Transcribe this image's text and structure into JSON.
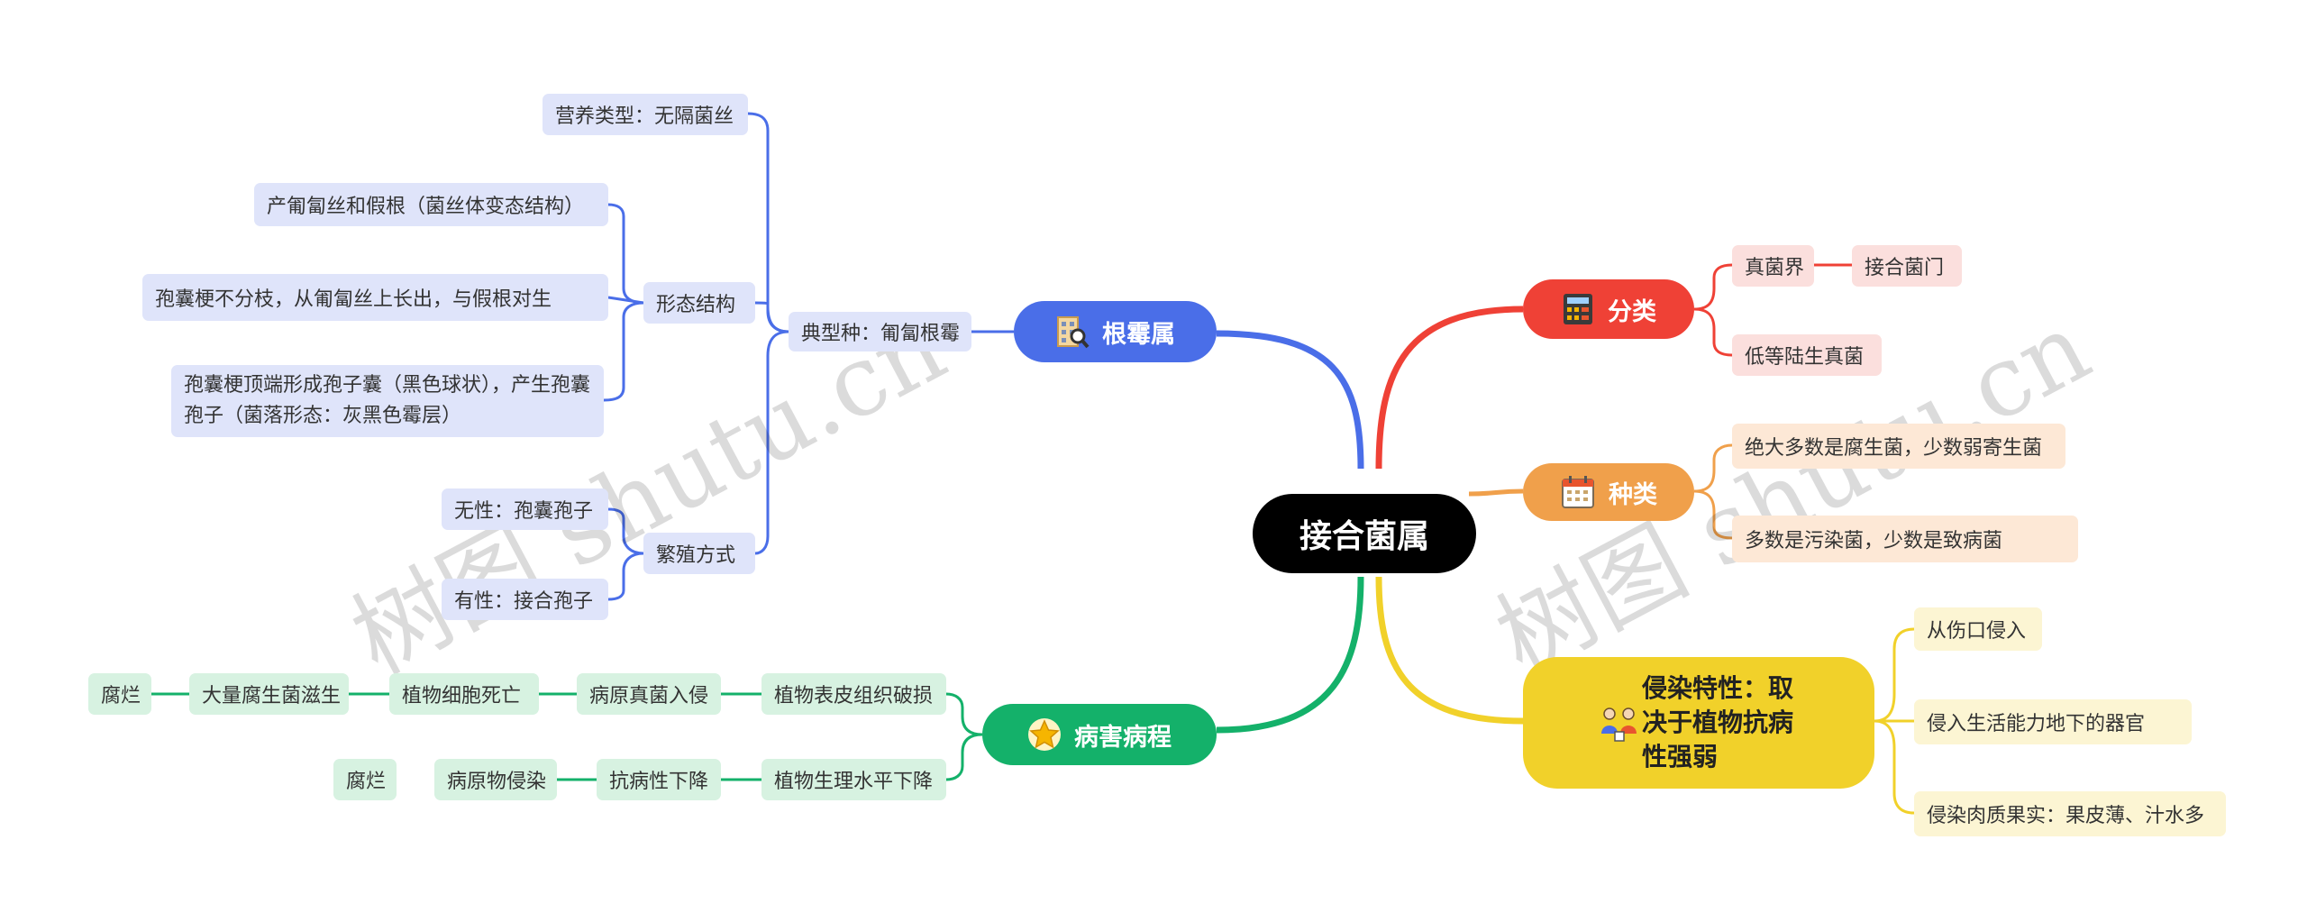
{
  "root": "接合菌属",
  "branches": {
    "genhu": {
      "label": "根霉属",
      "icon": "building-search-icon",
      "color": "#4a6ee8",
      "typical": "典型种：匍匐根霉",
      "nutrition": "营养类型：无隔菌丝",
      "morph": {
        "label": "形态结构",
        "items": [
          "产匍匐丝和假根（菌丝体变态结构）",
          "孢囊梗不分枝，从匍匐丝上长出，与假根对生",
          "孢囊梗顶端形成孢子囊（黑色球状），产生孢囊孢子（菌落形态：灰黑色霉层）"
        ]
      },
      "repro": {
        "label": "繁殖方式",
        "items": [
          "无性：孢囊孢子",
          "有性：接合孢子"
        ]
      }
    },
    "disease": {
      "label": "病害病程",
      "icon": "star-icon",
      "color": "#14b16a",
      "row1": [
        "植物表皮组织破损",
        "病原真菌入侵",
        "植物细胞死亡",
        "大量腐生菌滋生",
        "腐烂"
      ],
      "row2": [
        "植物生理水平下降",
        "抗病性下降",
        "病原物侵染",
        "腐烂"
      ]
    },
    "classify": {
      "label": "分类",
      "icon": "calculator-icon",
      "color": "#ef4136",
      "items": [
        "真菌界",
        "接合菌门",
        "低等陆生真菌"
      ]
    },
    "species": {
      "label": "种类",
      "icon": "calendar-icon",
      "color": "#f0a04b",
      "items": [
        "绝大多数是腐生菌，少数弱寄生菌",
        "多数是污染菌，少数是致病菌"
      ]
    },
    "infection": {
      "label": "侵染特性：取决于植物抗病性强弱",
      "icon": "people-icon",
      "color": "#f1d12a",
      "items": [
        "从伤口侵入",
        "侵入生活能力地下的器官",
        "侵染肉质果实：果皮薄、汁水多"
      ]
    }
  },
  "watermark": [
    "树图 shutu.cn",
    "树图 shutu.cn"
  ]
}
